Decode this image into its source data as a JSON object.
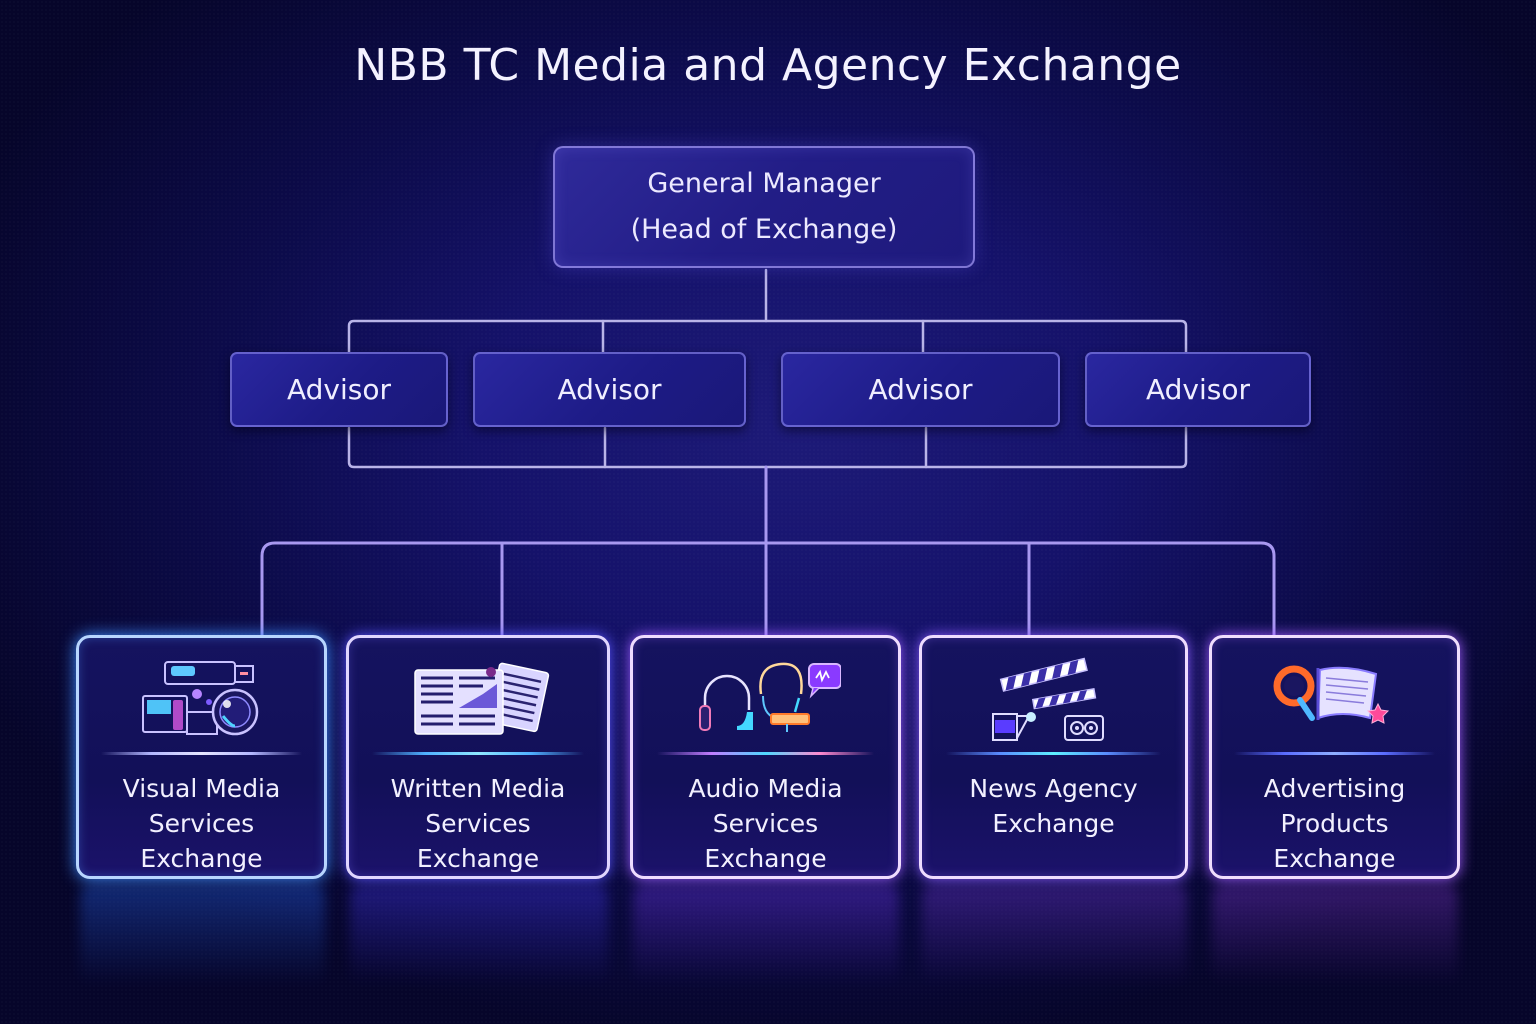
{
  "title": "NBB TC Media and Agency Exchange",
  "general_manager": {
    "line1": "General Manager",
    "line2": "(Head of Exchange)"
  },
  "advisors": [
    {
      "label": "Advisor"
    },
    {
      "label": "Advisor"
    },
    {
      "label": "Advisor"
    },
    {
      "label": "Advisor"
    }
  ],
  "departments": [
    {
      "label": "Visual Media\nServices\nExchange",
      "icon": "camera-icon",
      "glow": "#4aa8ff"
    },
    {
      "label": "Written Media\nServices\nExchange",
      "icon": "newspaper-icon",
      "glow": "#6a6cff"
    },
    {
      "label": "Audio Media\nServices\nExchange",
      "icon": "headphones-icon",
      "glow": "#b77cff"
    },
    {
      "label": "News Agency\nExchange",
      "icon": "clapperboard-icon",
      "glow": "#a57cff"
    },
    {
      "label": "Advertising\nProducts\nExchange",
      "icon": "magnifier-brochure-icon",
      "glow": "#c58cff"
    }
  ],
  "colors": {
    "connector": "#b9b4e8",
    "connector_lower": "#9c8cff",
    "card_border": "#d8d0ff"
  }
}
